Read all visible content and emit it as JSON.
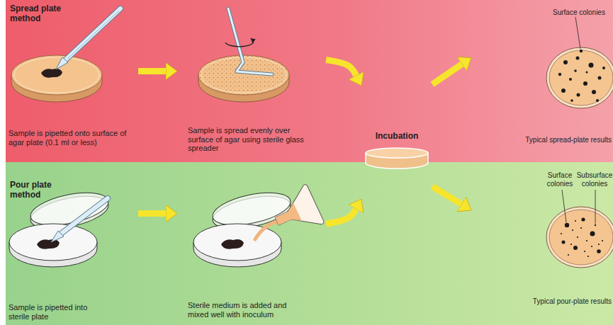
{
  "diagram": {
    "nodes": [
      {
        "text": [
          "Spread plate method"
        ]
      },
      {
        "text": [
          "Sample is pipetted onto surface of agar plate (0.1 ml or less)"
        ],
        "in": 0
      },
      {
        "text": [
          "Sample is spread evenly over surface of agar using sterile glass spreader"
        ],
        "in": 0
      },
      {
        "text": [
          "Surface colonies",
          "Typical spread-plate results"
        ],
        "in": 0
      },
      {
        "text": [
          "Incubation"
        ]
      },
      {
        "text": [
          "Pour plate method"
        ]
      },
      {
        "text": [
          "Sample is pipetted into sterile plate"
        ],
        "in": 5
      },
      {
        "text": [
          "Sterile medium is added and mixed well with inoculum"
        ],
        "in": 5
      },
      {
        "text": [
          "Surface colonies",
          "Subsurface colonies",
          "Typical pour-plate results"
        ],
        "in": 5
      }
    ],
    "edges": [
      {
        "from": 1,
        "to": 2,
        "arrow": "to"
      },
      {
        "from": 2,
        "to": 4,
        "arrow": "to"
      },
      {
        "from": 6,
        "to": 7,
        "arrow": "to"
      },
      {
        "from": 7,
        "to": 4,
        "arrow": "to"
      },
      {
        "from": 4,
        "to": 3,
        "arrow": "to"
      },
      {
        "from": 4,
        "to": 8,
        "arrow": "to"
      }
    ]
  }
}
